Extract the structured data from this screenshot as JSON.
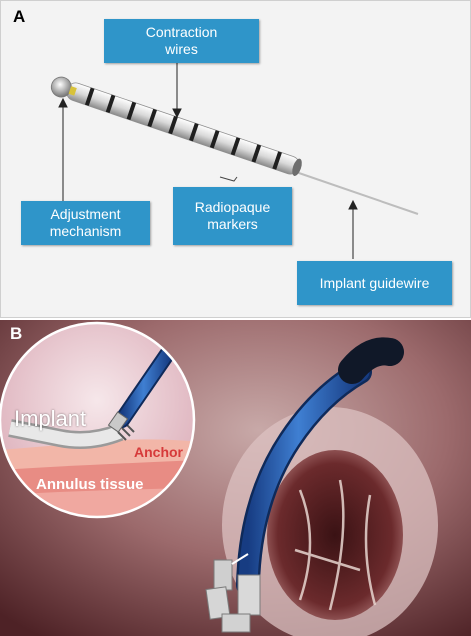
{
  "panel_a": {
    "letter": "A",
    "labels": {
      "contraction_wires": "Contraction\nwires",
      "adjustment_mechanism": "Adjustment\nmechanism",
      "radiopaque_markers": "Radiopaque\nmarkers",
      "implant_guidewire": "Implant guidewire"
    },
    "colors": {
      "label_bg": "#2f95c9",
      "label_text": "#ffffff"
    }
  },
  "panel_b": {
    "letter": "B",
    "inset_labels": {
      "implant": "Implant",
      "anchor": "Anchor",
      "annulus_tissue": "Annulus tissue"
    },
    "colors": {
      "catheter": "#2a5fb0",
      "tissue": "#e8908a",
      "anchor_text": "#d63a3a"
    }
  }
}
